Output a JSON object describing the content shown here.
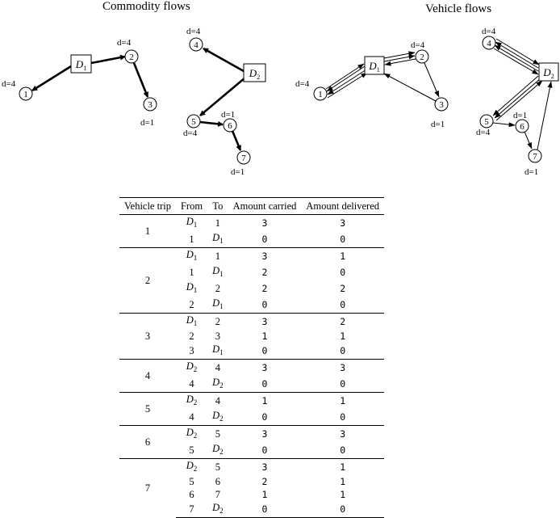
{
  "titles": {
    "commodity": "Commodity flows",
    "vehicle": "Vehicle flows"
  },
  "depots": [
    "D1",
    "D2"
  ],
  "customers": [
    {
      "id": "1",
      "demand": "d=4"
    },
    {
      "id": "2",
      "demand": "d=4"
    },
    {
      "id": "3",
      "demand": "d=1"
    },
    {
      "id": "4",
      "demand": "d=4"
    },
    {
      "id": "5",
      "demand": "d=4"
    },
    {
      "id": "6",
      "demand": "d=1"
    },
    {
      "id": "7",
      "demand": "d=1"
    }
  ],
  "table": {
    "headers": [
      "Vehicle trip",
      "From",
      "To",
      "Amount carried",
      "Amount delivered"
    ],
    "trips": [
      {
        "trip": "1",
        "rows": [
          {
            "from": "D1",
            "to": "1",
            "carried": "3",
            "delivered": "3"
          },
          {
            "from": "1",
            "to": "D1",
            "carried": "0",
            "delivered": "0"
          }
        ]
      },
      {
        "trip": "2",
        "rows": [
          {
            "from": "D1",
            "to": "1",
            "carried": "3",
            "delivered": "1"
          },
          {
            "from": "1",
            "to": "D1",
            "carried": "2",
            "delivered": "0"
          },
          {
            "from": "D1",
            "to": "2",
            "carried": "2",
            "delivered": "2"
          },
          {
            "from": "2",
            "to": "D1",
            "carried": "0",
            "delivered": "0"
          }
        ]
      },
      {
        "trip": "3",
        "rows": [
          {
            "from": "D1",
            "to": "2",
            "carried": "3",
            "delivered": "2"
          },
          {
            "from": "2",
            "to": "3",
            "carried": "1",
            "delivered": "1"
          },
          {
            "from": "3",
            "to": "D1",
            "carried": "0",
            "delivered": "0"
          }
        ]
      },
      {
        "trip": "4",
        "rows": [
          {
            "from": "D2",
            "to": "4",
            "carried": "3",
            "delivered": "3"
          },
          {
            "from": "4",
            "to": "D2",
            "carried": "0",
            "delivered": "0"
          }
        ]
      },
      {
        "trip": "5",
        "rows": [
          {
            "from": "D2",
            "to": "4",
            "carried": "1",
            "delivered": "1"
          },
          {
            "from": "4",
            "to": "D2",
            "carried": "0",
            "delivered": "0"
          }
        ]
      },
      {
        "trip": "6",
        "rows": [
          {
            "from": "D2",
            "to": "5",
            "carried": "3",
            "delivered": "3"
          },
          {
            "from": "5",
            "to": "D2",
            "carried": "0",
            "delivered": "0"
          }
        ]
      },
      {
        "trip": "7",
        "rows": [
          {
            "from": "D2",
            "to": "5",
            "carried": "3",
            "delivered": "1"
          },
          {
            "from": "5",
            "to": "6",
            "carried": "2",
            "delivered": "1"
          },
          {
            "from": "6",
            "to": "7",
            "carried": "1",
            "delivered": "1"
          },
          {
            "from": "7",
            "to": "D2",
            "carried": "0",
            "delivered": "0"
          }
        ]
      }
    ]
  }
}
